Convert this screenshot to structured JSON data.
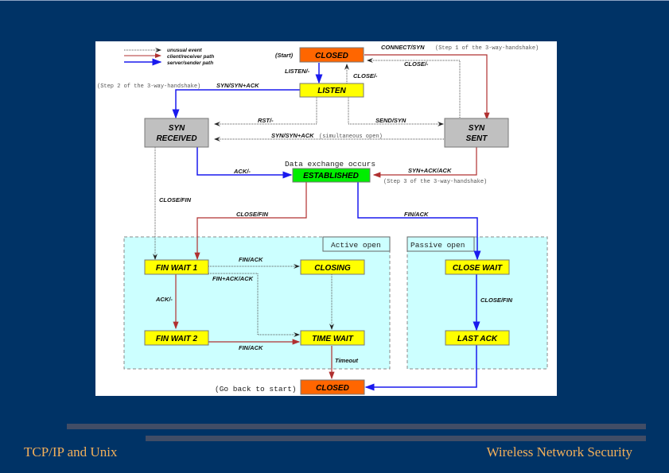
{
  "slide": {
    "footer_left": "TCP/IP and Unix",
    "footer_right": "Wireless Network Security"
  },
  "diagram": {
    "title": "TCP state transition diagram",
    "colors": {
      "unusual": "#555555",
      "client": "#b03030",
      "server": "#1a1aee",
      "closed_fill": "#ff6600",
      "state_fill": "#ffff00",
      "syn_fill": "#c0c0c0",
      "established_fill": "#00ee00",
      "region_fill": "#ccffff"
    },
    "legend": [
      {
        "label": "unusual event",
        "kind": "unusual"
      },
      {
        "label": "client/receiver path",
        "kind": "client"
      },
      {
        "label": "server/sender path",
        "kind": "server"
      }
    ],
    "states": {
      "closed_top": "CLOSED",
      "listen": "LISTEN",
      "syn_received_1": "SYN",
      "syn_received_2": "RECEIVED",
      "syn_sent_1": "SYN",
      "syn_sent_2": "SENT",
      "established": "ESTABLISHED",
      "fin_wait_1": "FIN WAIT 1",
      "fin_wait_2": "FIN WAIT 2",
      "closing": "CLOSING",
      "time_wait": "TIME WAIT",
      "close_wait": "CLOSE WAIT",
      "last_ack": "LAST ACK",
      "closed_bottom": "CLOSED"
    },
    "regions": {
      "active_open": "Active open",
      "passive_open": "Passive open"
    },
    "transitions": {
      "start": "(Start)",
      "connect_syn": "CONNECT/SYN",
      "step1": "(Step 1 of the 3-way-handshake)",
      "close_top": "CLOSE/-",
      "listen": "LISTEN/-",
      "close_listen": "CLOSE/-",
      "step2": "(Step 2 of the 3-way-handshake)",
      "syn_synack": "SYN/SYN+ACK",
      "rst": "RST/-",
      "send_syn": "SEND/SYN",
      "syn_synack_sim": "SYN/SYN+ACK",
      "simultaneous": "(simultaneous open)",
      "data_exchange": "Data exchange occurs",
      "ack": "ACK/-",
      "synack_ack": "SYN+ACK/ACK",
      "step3": "(Step 3 of the 3-way-handshake)",
      "close_fin_left": "CLOSE/FIN",
      "close_fin_est": "CLOSE/FIN",
      "fin_ack_est": "FIN/ACK",
      "fin_ack_fw1": "FIN/ACK",
      "finack_ack": "FIN+ACK/ACK",
      "ack_fw1": "ACK/-",
      "fin_ack_fw2": "FIN/ACK",
      "timeout": "Timeout",
      "close_fin_cw": "CLOSE/FIN",
      "go_back": "(Go back to start)"
    }
  }
}
